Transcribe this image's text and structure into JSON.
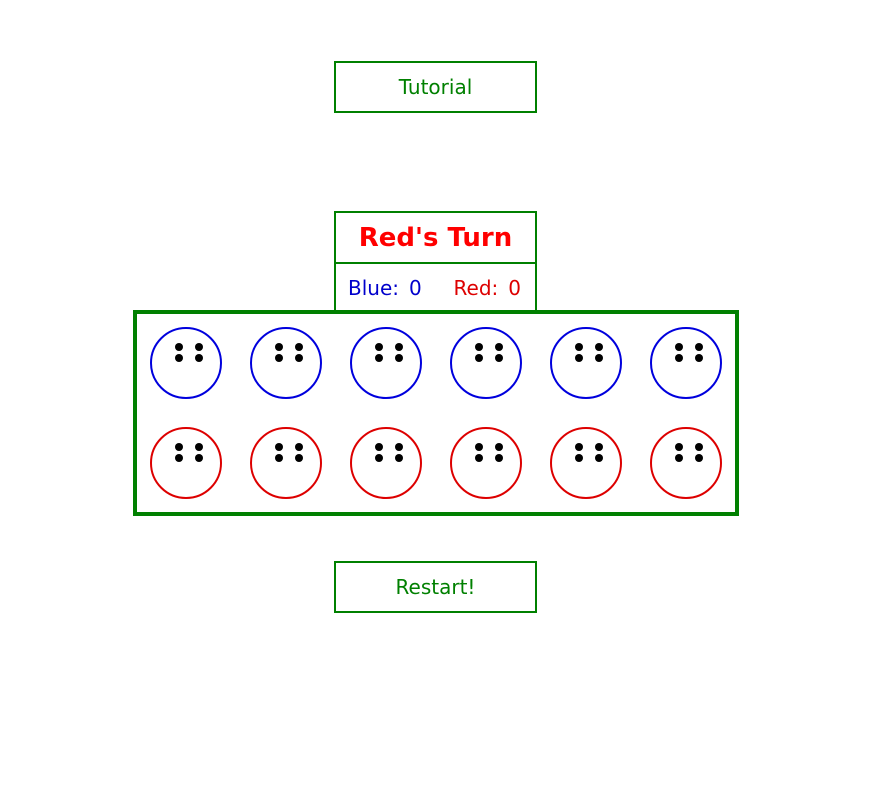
{
  "tutorial_button": {
    "label": "Tutorial"
  },
  "restart_button": {
    "label": "Restart!"
  },
  "status": {
    "turn_text": "Red's Turn",
    "turn_color": "#ff0000",
    "blue_label": "Blue:",
    "blue_score": "0",
    "red_label": "Red:",
    "red_score": "0"
  },
  "colors": {
    "frame": "#008000",
    "blue": "#0000dd",
    "red": "#dd0000",
    "seed": "#000000"
  },
  "board": {
    "blue_pits": [
      {
        "seeds": 4
      },
      {
        "seeds": 4
      },
      {
        "seeds": 4
      },
      {
        "seeds": 4
      },
      {
        "seeds": 4
      },
      {
        "seeds": 4
      }
    ],
    "red_pits": [
      {
        "seeds": 4
      },
      {
        "seeds": 4
      },
      {
        "seeds": 4
      },
      {
        "seeds": 4
      },
      {
        "seeds": 4
      },
      {
        "seeds": 4
      }
    ]
  }
}
